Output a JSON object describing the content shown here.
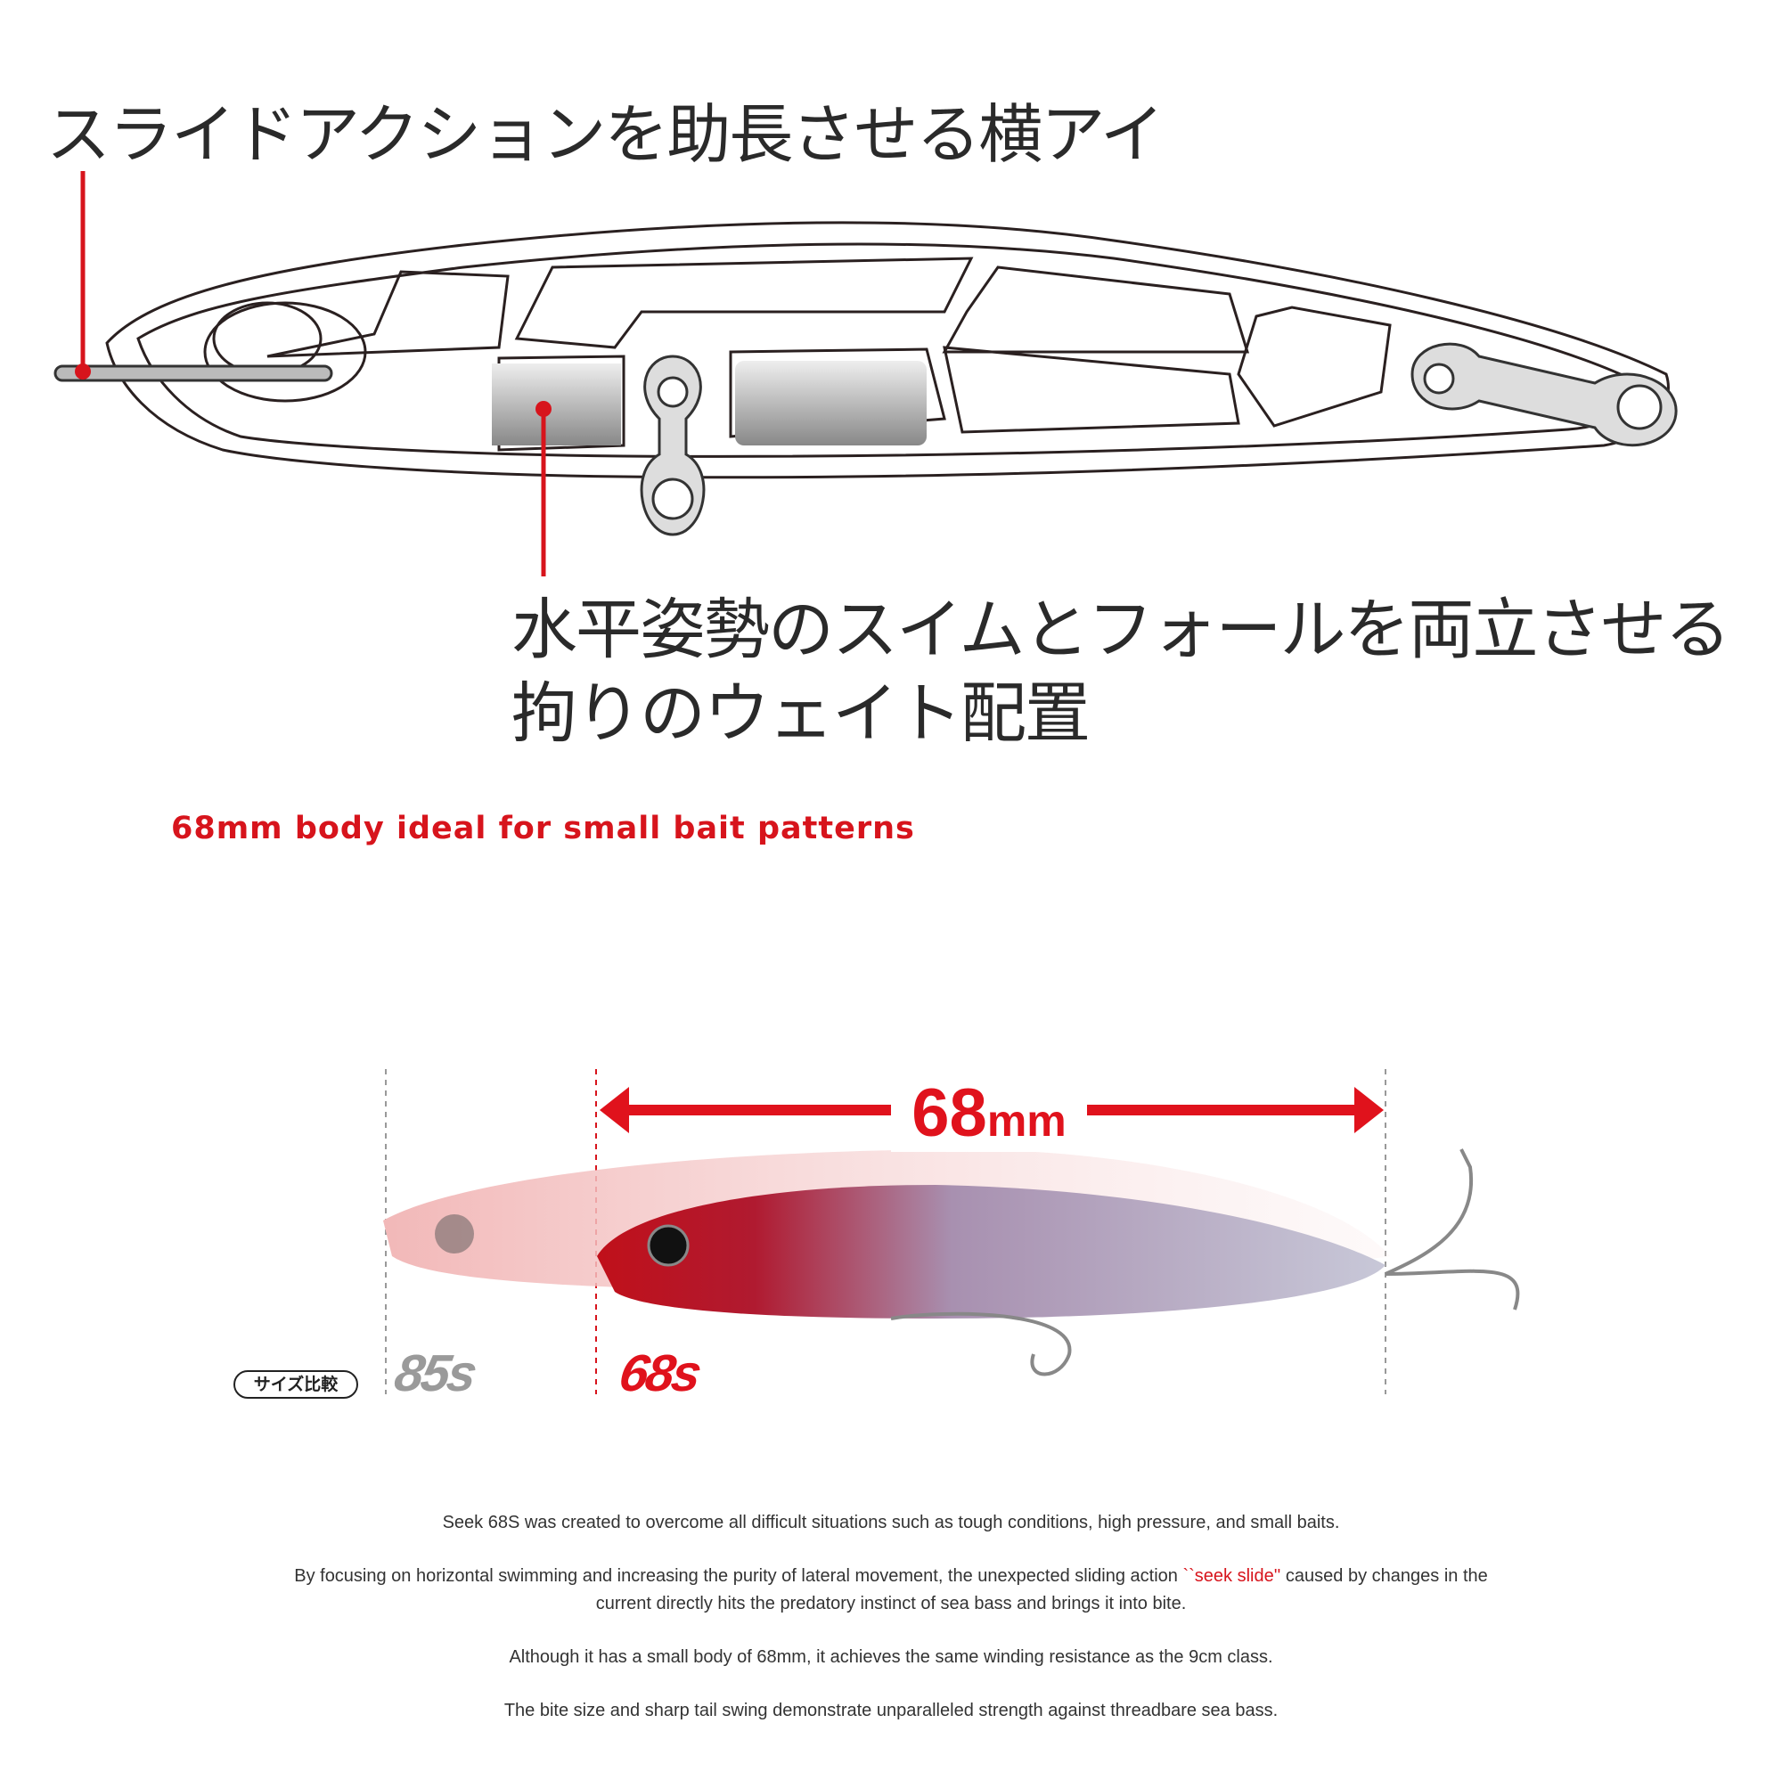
{
  "diagram": {
    "eye_label": "スライドアクションを助長させる横アイ",
    "weight_label_line1": "水平姿勢のスイムとフォールを両立させる",
    "weight_label_line2": "拘りのウェイト配置"
  },
  "headline": "68mm body ideal for small bait patterns",
  "size_compare": {
    "badge": "サイズ比較",
    "length_value": "68",
    "length_unit": "mm",
    "model_large": "85s",
    "model_small": "68s"
  },
  "description": {
    "p1": "Seek 68S was created to overcome all difficult situations such as tough conditions, high pressure, and small baits.",
    "p2_before": "By focusing on horizontal swimming and increasing the purity of lateral movement, the unexpected sliding action ",
    "p2_highlight": "``seek slide''",
    "p2_after": " caused by changes in the",
    "p2_line2": "current directly hits the predatory instinct of sea bass and brings it into bite.",
    "p3": "Although it has a small body of 68mm, it achieves the same winding resistance as the 9cm class.",
    "p4": "The bite size and sharp tail swing demonstrate unparalleled strength against threadbare sea bass."
  },
  "colors": {
    "accent": "#d7141c",
    "text": "#333333",
    "gray": "#9a9a9a"
  }
}
